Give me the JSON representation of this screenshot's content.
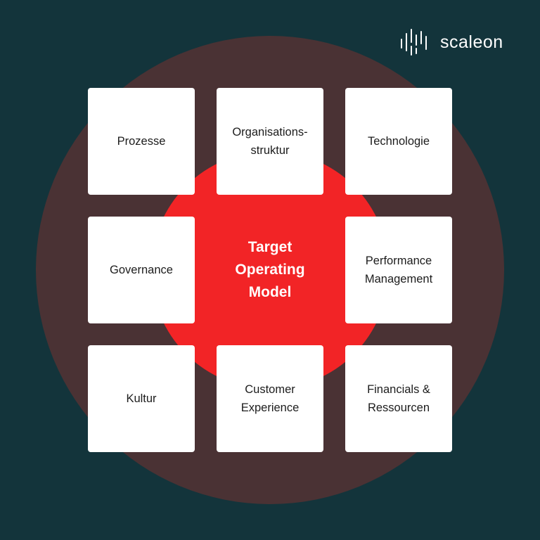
{
  "brand": {
    "name": "scaleon",
    "logo_icon": "bar-lines-logo-icon"
  },
  "center": {
    "lines": [
      "Target",
      "Operating",
      "Model"
    ]
  },
  "tiles": [
    {
      "lines": [
        "Prozesse"
      ]
    },
    {
      "lines": [
        "Organisations-",
        "struktur"
      ]
    },
    {
      "lines": [
        "Technologie"
      ]
    },
    {
      "lines": [
        "Governance"
      ]
    },
    {
      "lines": [
        "Performance",
        "Management"
      ]
    },
    {
      "lines": [
        "Kultur"
      ]
    },
    {
      "lines": [
        "Customer",
        "Experience"
      ]
    },
    {
      "lines": [
        "Financials &",
        "Ressourcen"
      ]
    }
  ],
  "colors": {
    "background": "#13343b",
    "outer_ring": "#4a3234",
    "inner_circle": "#f22426",
    "tile": "#ffffff",
    "tile_text": "#1c1c1c",
    "center_text": "#ffffff"
  }
}
